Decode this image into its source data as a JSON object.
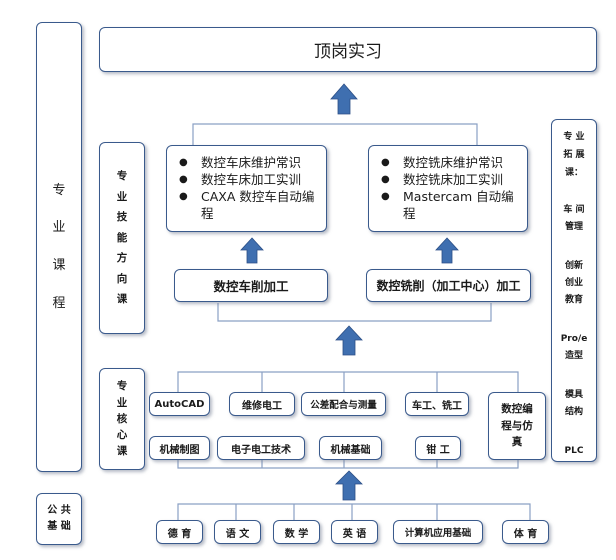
{
  "top_title": "顶岗实习",
  "left_main_label": [
    "专",
    "业",
    "课",
    "程"
  ],
  "direction_label": [
    "专",
    "业",
    "技",
    "能",
    "方",
    "向",
    "课"
  ],
  "core_label": [
    "专",
    "业",
    "核",
    "心",
    "课"
  ],
  "public_label": [
    "公 共",
    "基 础"
  ],
  "lathe_branch": {
    "items": [
      "数控车床维护常识",
      "数控车床加工实训",
      "CAXA 数控车自动编程"
    ],
    "title": "数控车削加工"
  },
  "mill_branch": {
    "items": [
      "数控铣床维护常识",
      "数控铣床加工实训",
      "Mastercam 自动编程"
    ],
    "title": "数控铣削（加工中心）加工"
  },
  "core_courses": {
    "row1": [
      "AutoCAD",
      "维修电工",
      "公差配合与测量",
      "车工、铣工"
    ],
    "row2": [
      "机械制图",
      "电子电工技术",
      "机械基础",
      "钳 工"
    ],
    "tall": [
      "数控编",
      "程与仿",
      "真"
    ]
  },
  "public_courses": [
    "德 育",
    "语 文",
    "数 学",
    "英 语",
    "计算机应用基础",
    "体 育"
  ],
  "extension": {
    "heading": [
      "专 业",
      "拓 展",
      "课："
    ],
    "items": [
      [
        "车 间",
        "管理"
      ],
      [
        "创新",
        "创业",
        "教育"
      ],
      [
        "Pro/e",
        "造型"
      ],
      [
        "模具",
        "结构"
      ],
      [
        "PLC"
      ]
    ]
  },
  "colors": {
    "border": "#3a5a8c",
    "arrow": "#3f6fb0",
    "line": "#8aa0c4"
  }
}
